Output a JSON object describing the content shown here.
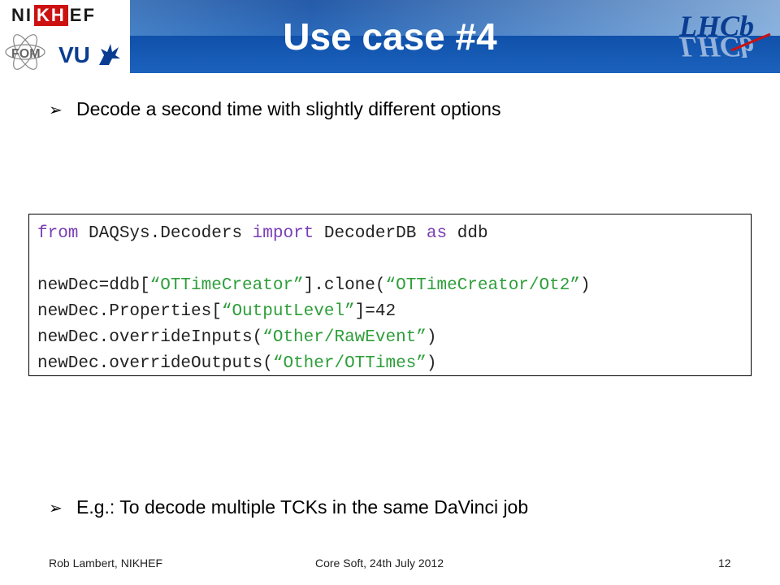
{
  "header": {
    "title": "Use case #4",
    "logo_nikhef_pre": "NI",
    "logo_nikhef_box": "KH",
    "logo_nikhef_post": "EF",
    "logo_fom": "FOM",
    "logo_vu": "VU",
    "logo_lhcb": "LHCb",
    "color_primary": "#0a3d91"
  },
  "bullets": [
    {
      "marker": "➢",
      "text": "Decode a second time with slightly different options"
    },
    {
      "marker": "➢",
      "text": "E.g.: To decode multiple TCKs in the same DaVinci job"
    }
  ],
  "code": {
    "line1": {
      "kw1": "from",
      "t1": " DAQSys.Decoders ",
      "kw2": "import",
      "t2": " DecoderDB ",
      "kw3": "as",
      "t3": " ddb"
    },
    "line2": {
      "t1": "newDec=ddb[",
      "s1": "“OTTimeCreator”",
      "t2": "].clone(",
      "s2": "“OTTimeCreator/Ot2”",
      "t3": ")"
    },
    "line3": {
      "t1": "newDec.Properties[",
      "s1": "“OutputLevel”",
      "t2": "]=42"
    },
    "line4": {
      "t1": "newDec.overrideInputs(",
      "s1": "“Other/RawEvent”",
      "t2": ")"
    },
    "line5": {
      "t1": "newDec.overrideOutputs(",
      "s1": "“Other/OTTimes”",
      "t2": ")"
    },
    "color_keyword": "#7a3db5",
    "color_string": "#2e9e3a"
  },
  "footer": {
    "author": "Rob Lambert, NIKHEF",
    "event": "Core Soft, 24th July 2012",
    "page": "12"
  }
}
